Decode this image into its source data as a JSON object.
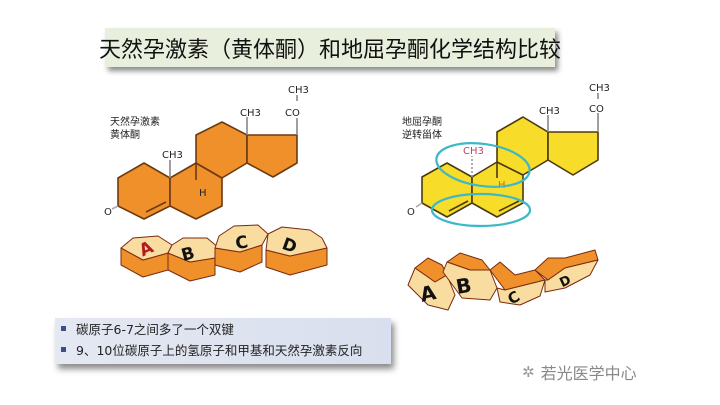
{
  "title": "天然孕激素（黄体酮）和地屈孕酮化学结构比较",
  "left_molecule": {
    "label_line1": "天然孕激素",
    "label_line2": "黄体酮",
    "atoms": {
      "ch3_top": "CH3",
      "co": "CO",
      "ch3_c13": "CH3",
      "ch3_c10": "CH3",
      "h": "H",
      "o": "O"
    },
    "rings": [
      "A",
      "B",
      "C",
      "D"
    ]
  },
  "right_molecule": {
    "label_line1": "地屈孕酮",
    "label_line2": "逆转甾体",
    "atoms": {
      "ch3_top": "CH3",
      "co": "CO",
      "ch3_c13": "CH3",
      "ch3_c10": "CH3",
      "h": "H",
      "o": "O"
    },
    "rings": [
      "A",
      "B",
      "C",
      "D"
    ]
  },
  "bullets": [
    "碳原子6-7之间多了一个双键",
    "9、10位碳原子上的氢原子和甲基和天然孕激素反向"
  ],
  "watermark": "若光医学中心",
  "colors": {
    "progesterone": "#f0902a",
    "dydrogesterone": "#f7dc2a",
    "highlight": "#3cb8c8",
    "title_bg": "#e8efdc"
  }
}
